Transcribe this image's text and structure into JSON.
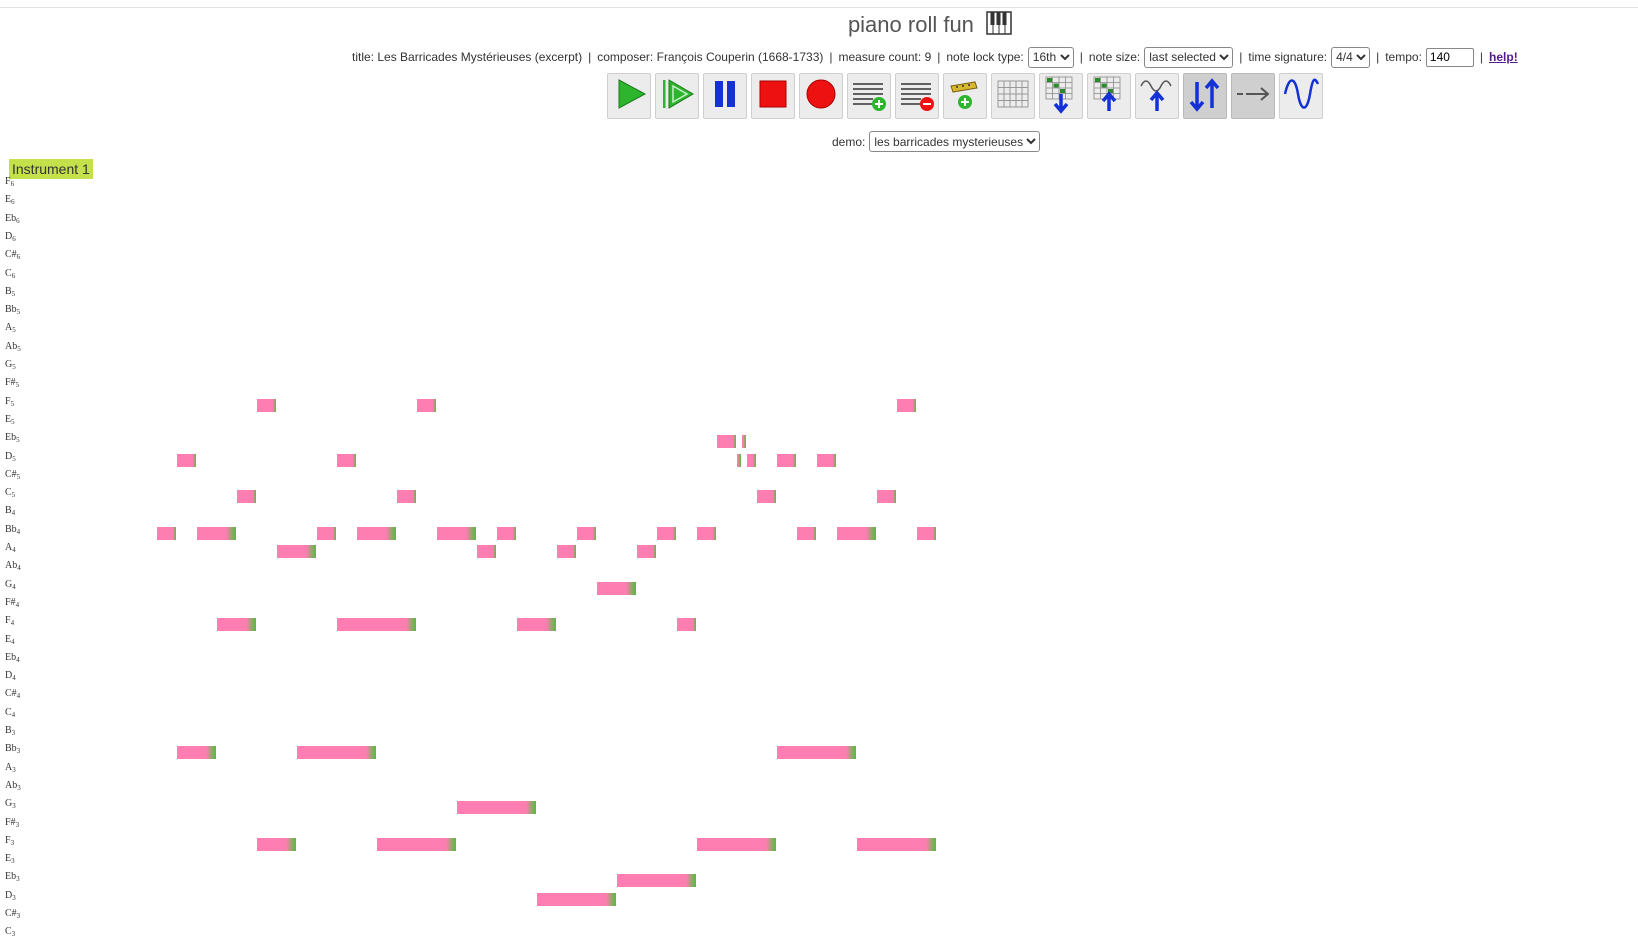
{
  "header": {
    "title": "piano roll fun",
    "title_icon": "piano-keys-icon"
  },
  "info": {
    "title_label": "title:",
    "title_value": "Les Barricades Mystérieuses (excerpt)",
    "composer_label": "composer:",
    "composer_value": "François Couperin (1668-1733)",
    "measure_label": "measure count:",
    "measure_value": "9",
    "note_lock_label": "note lock type:",
    "note_lock_value": "16th",
    "note_size_label": "note size:",
    "note_size_value": "last selected",
    "time_sig_label": "time signature:",
    "time_sig_value": "4/4",
    "tempo_label": "tempo:",
    "tempo_value": "140",
    "help_label": "help!"
  },
  "toolbar": [
    {
      "name": "play-button",
      "icon": "play-icon"
    },
    {
      "name": "play-from-here-button",
      "icon": "play-from-here-icon"
    },
    {
      "name": "pause-button",
      "icon": "pause-icon"
    },
    {
      "name": "stop-button",
      "icon": "stop-icon"
    },
    {
      "name": "record-button",
      "icon": "record-icon"
    },
    {
      "name": "add-measure-button",
      "icon": "add-measure-icon"
    },
    {
      "name": "remove-measure-button",
      "icon": "remove-measure-icon"
    },
    {
      "name": "add-instrument-button",
      "icon": "add-instrument-icon"
    },
    {
      "name": "toggle-grid-button",
      "icon": "grid-icon"
    },
    {
      "name": "shift-notes-down-button",
      "icon": "grid-arrow-down-icon"
    },
    {
      "name": "shift-notes-up-button",
      "icon": "grid-arrow-up-icon"
    },
    {
      "name": "onion-skin-button",
      "icon": "wave-arrow-up-icon"
    },
    {
      "name": "move-mode-button",
      "icon": "up-down-arrows-icon",
      "active": true
    },
    {
      "name": "sustain-mode-button",
      "icon": "right-arrow-icon",
      "active": true
    },
    {
      "name": "waveform-button",
      "icon": "sine-wave-icon"
    }
  ],
  "demo": {
    "label": "demo:",
    "value": "les barricades mysterieuses"
  },
  "instrument": {
    "label": "Instrument 1"
  },
  "pitches": [
    {
      "n": "F",
      "o": "6"
    },
    {
      "n": "E",
      "o": "6"
    },
    {
      "n": "Eb",
      "o": "6"
    },
    {
      "n": "D",
      "o": "6"
    },
    {
      "n": "C#",
      "o": "6"
    },
    {
      "n": "C",
      "o": "6"
    },
    {
      "n": "B",
      "o": "5"
    },
    {
      "n": "Bb",
      "o": "5"
    },
    {
      "n": "A",
      "o": "5"
    },
    {
      "n": "Ab",
      "o": "5"
    },
    {
      "n": "G",
      "o": "5"
    },
    {
      "n": "F#",
      "o": "5"
    },
    {
      "n": "F",
      "o": "5"
    },
    {
      "n": "E",
      "o": "5"
    },
    {
      "n": "Eb",
      "o": "5"
    },
    {
      "n": "D",
      "o": "5"
    },
    {
      "n": "C#",
      "o": "5"
    },
    {
      "n": "C",
      "o": "5"
    },
    {
      "n": "B",
      "o": "4"
    },
    {
      "n": "Bb",
      "o": "4"
    },
    {
      "n": "A",
      "o": "4"
    },
    {
      "n": "Ab",
      "o": "4"
    },
    {
      "n": "G",
      "o": "4"
    },
    {
      "n": "F#",
      "o": "4"
    },
    {
      "n": "F",
      "o": "4"
    },
    {
      "n": "E",
      "o": "4"
    },
    {
      "n": "Eb",
      "o": "4"
    },
    {
      "n": "D",
      "o": "4"
    },
    {
      "n": "C#",
      "o": "4"
    },
    {
      "n": "C",
      "o": "4"
    },
    {
      "n": "B",
      "o": "3"
    },
    {
      "n": "Bb",
      "o": "3"
    },
    {
      "n": "A",
      "o": "3"
    },
    {
      "n": "Ab",
      "o": "3"
    },
    {
      "n": "G",
      "o": "3"
    },
    {
      "n": "F#",
      "o": "3"
    },
    {
      "n": "F",
      "o": "3"
    },
    {
      "n": "E",
      "o": "3"
    },
    {
      "n": "Eb",
      "o": "3"
    },
    {
      "n": "D",
      "o": "3"
    },
    {
      "n": "C#",
      "o": "3"
    },
    {
      "n": "C",
      "o": "3"
    }
  ],
  "colors": {
    "note_body": "#ff7eb2",
    "note_tail": "#4cc03a",
    "instrument_badge": "#c4e04a"
  },
  "notes": [
    {
      "pitch": "F5",
      "start": 16,
      "len": 2
    },
    {
      "pitch": "F5",
      "start": 32,
      "len": 2
    },
    {
      "pitch": "F5",
      "start": 80,
      "len": 2
    },
    {
      "pitch": "Eb5",
      "start": 62,
      "len": 2
    },
    {
      "pitch": "Eb5",
      "start": 64.5,
      "len": 0.5
    },
    {
      "pitch": "D5",
      "start": 8,
      "len": 2
    },
    {
      "pitch": "D5",
      "start": 24,
      "len": 2
    },
    {
      "pitch": "D5",
      "start": 64,
      "len": 0.5
    },
    {
      "pitch": "D5",
      "start": 65,
      "len": 1
    },
    {
      "pitch": "D5",
      "start": 68,
      "len": 2
    },
    {
      "pitch": "D5",
      "start": 72,
      "len": 2
    },
    {
      "pitch": "C5",
      "start": 14,
      "len": 2
    },
    {
      "pitch": "C5",
      "start": 30,
      "len": 2
    },
    {
      "pitch": "C5",
      "start": 66,
      "len": 2
    },
    {
      "pitch": "C5",
      "start": 78,
      "len": 2
    },
    {
      "pitch": "Bb4",
      "start": 6,
      "len": 2
    },
    {
      "pitch": "Bb4",
      "start": 10,
      "len": 4
    },
    {
      "pitch": "Bb4",
      "start": 22,
      "len": 2
    },
    {
      "pitch": "Bb4",
      "start": 26,
      "len": 4
    },
    {
      "pitch": "Bb4",
      "start": 34,
      "len": 4
    },
    {
      "pitch": "Bb4",
      "start": 40,
      "len": 2
    },
    {
      "pitch": "Bb4",
      "start": 48,
      "len": 2
    },
    {
      "pitch": "Bb4",
      "start": 56,
      "len": 2
    },
    {
      "pitch": "Bb4",
      "start": 60,
      "len": 2
    },
    {
      "pitch": "Bb4",
      "start": 70,
      "len": 2
    },
    {
      "pitch": "Bb4",
      "start": 74,
      "len": 4
    },
    {
      "pitch": "Bb4",
      "start": 82,
      "len": 2
    },
    {
      "pitch": "A4",
      "start": 18,
      "len": 4
    },
    {
      "pitch": "A4",
      "start": 38,
      "len": 2
    },
    {
      "pitch": "A4",
      "start": 46,
      "len": 2
    },
    {
      "pitch": "A4",
      "start": 54,
      "len": 2
    },
    {
      "pitch": "G4",
      "start": 50,
      "len": 4
    },
    {
      "pitch": "F4",
      "start": 12,
      "len": 4
    },
    {
      "pitch": "F4",
      "start": 24,
      "len": 8
    },
    {
      "pitch": "F4",
      "start": 42,
      "len": 4
    },
    {
      "pitch": "F4",
      "start": 58,
      "len": 2
    },
    {
      "pitch": "Bb3",
      "start": 8,
      "len": 4
    },
    {
      "pitch": "Bb3",
      "start": 20,
      "len": 8
    },
    {
      "pitch": "Bb3",
      "start": 68,
      "len": 8
    },
    {
      "pitch": "G3",
      "start": 36,
      "len": 8
    },
    {
      "pitch": "F3",
      "start": 16,
      "len": 4
    },
    {
      "pitch": "F3",
      "start": 28,
      "len": 8
    },
    {
      "pitch": "F3",
      "start": 60,
      "len": 8
    },
    {
      "pitch": "F3",
      "start": 76,
      "len": 8
    },
    {
      "pitch": "Eb3",
      "start": 52,
      "len": 8
    },
    {
      "pitch": "D3",
      "start": 44,
      "len": 8
    }
  ]
}
